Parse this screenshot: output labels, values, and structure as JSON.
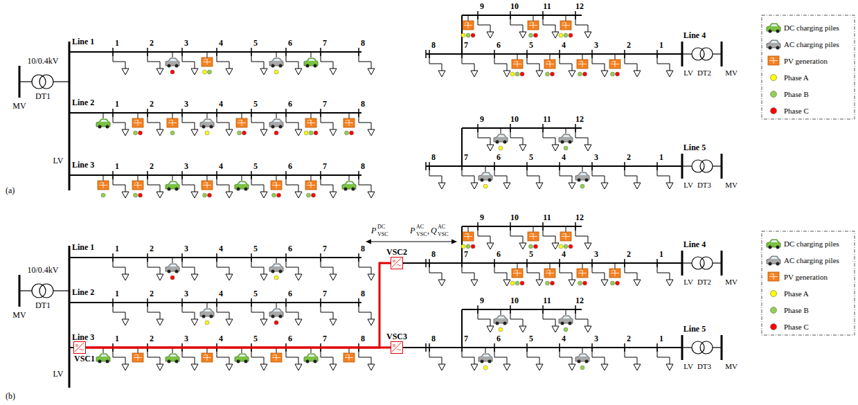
{
  "diagram": {
    "nodes": [
      {
        "text": [
          "VSC1"
        ]
      },
      {
        "text": [
          "VSC2"
        ]
      },
      {
        "text": [
          "VSC3"
        ]
      }
    ],
    "edges": [
      {
        "from": 0,
        "to": 1,
        "arrow": "none"
      },
      {
        "from": 0,
        "to": 2,
        "arrow": "none"
      }
    ],
    "labels": [
      "(a)",
      "10/0.4kV",
      "DT1",
      "MV",
      "LV",
      "Line 1",
      "1",
      "2",
      "3",
      "4",
      "5",
      "6",
      "7",
      "8",
      "Line 2",
      "1",
      "2",
      "3",
      "4",
      "5",
      "6",
      "7",
      "8",
      "Line 3",
      "1",
      "2",
      "3",
      "4",
      "5",
      "6",
      "7",
      "8",
      "Line 4",
      "LV",
      "DT2",
      "MV",
      "1",
      "2",
      "3",
      "4",
      "5",
      "6",
      "7",
      "8",
      "9",
      "10",
      "11",
      "12",
      "Line 5",
      "LV",
      "DT3",
      "MV",
      "1",
      "2",
      "3",
      "4",
      "5",
      "6",
      "7",
      "8",
      "9",
      "10",
      "11",
      "12",
      "(b)",
      "10/0.4kV",
      "DT1",
      "MV",
      "LV",
      "Line 1",
      "1",
      "2",
      "3",
      "4",
      "5",
      "6",
      "7",
      "8",
      "Line 2",
      "1",
      "2",
      "3",
      "4",
      "5",
      "6",
      "7",
      "8",
      "Line 3",
      "1",
      "2",
      "3",
      "4",
      "5",
      "6",
      "7",
      "8",
      "Line 4",
      "LV",
      "DT2",
      "MV",
      "1",
      "2",
      "3",
      "4",
      "5",
      "6",
      "7",
      "8",
      "9",
      "10",
      "11",
      "12",
      "Line 5",
      "LV",
      "DT3",
      "MV",
      "1",
      "2",
      "3",
      "4",
      "5",
      "6",
      "7",
      "8",
      "9",
      "10",
      "11",
      "12",
      "P",
      "DC",
      "VSC",
      "P",
      "AC",
      "VSC",
      ",",
      "Q",
      "AC",
      "VSC"
    ],
    "legend": [
      {
        "text": "DC charging piles"
      },
      {
        "text": "AC charging piles"
      },
      {
        "text": "PV generation"
      },
      {
        "text": "Phase A",
        "color": "#ffff00"
      },
      {
        "text": "Phase B",
        "color": "#92d050"
      },
      {
        "text": "Phase C",
        "color": "#ff0000"
      },
      {
        "text": "DC charging piles"
      },
      {
        "text": "AC charging piles"
      },
      {
        "text": "PV generation"
      },
      {
        "text": "Phase A",
        "color": "#ffff00"
      },
      {
        "text": "Phase B",
        "color": "#92d050"
      },
      {
        "text": "Phase C",
        "color": "#ff0000"
      }
    ]
  }
}
